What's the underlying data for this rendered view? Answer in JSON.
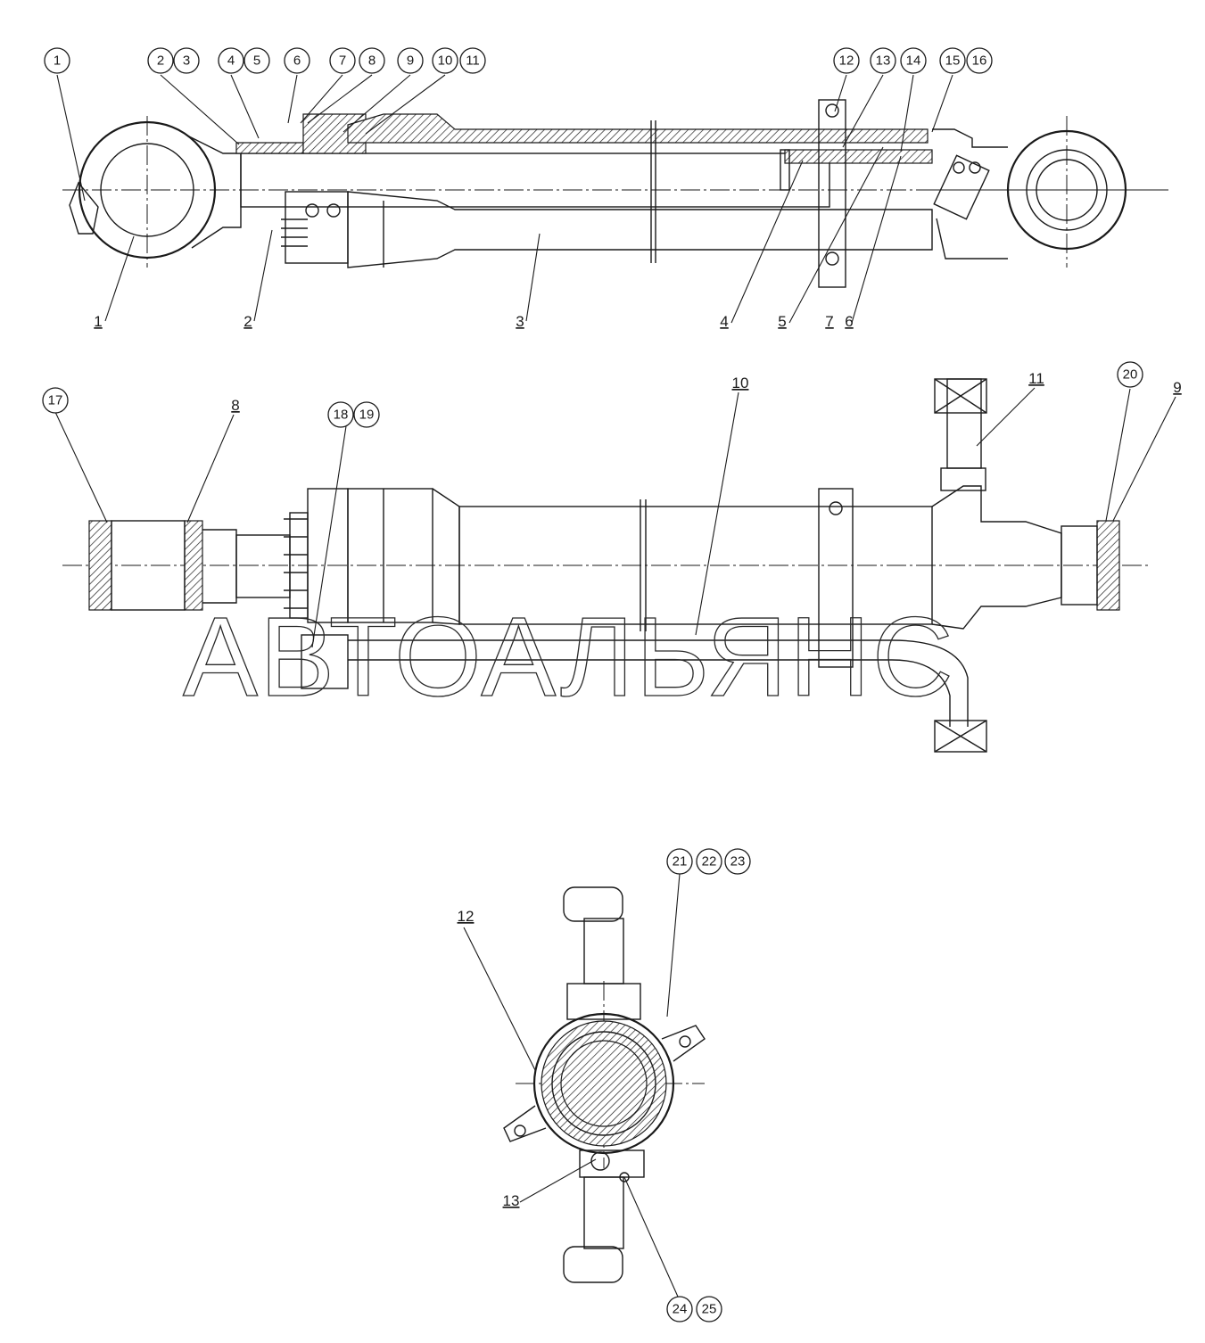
{
  "watermark": "АВТОАЛЬЯНС",
  "view1": {
    "bubbles": [
      "1",
      "2",
      "3",
      "4",
      "5",
      "6",
      "7",
      "8",
      "9",
      "10",
      "11",
      "12",
      "13",
      "14",
      "15",
      "16"
    ],
    "labels": [
      "1",
      "2",
      "3",
      "4",
      "5",
      "7",
      "6"
    ]
  },
  "view2": {
    "bubbles": [
      "17",
      "18",
      "19",
      "20"
    ],
    "labels": [
      "8",
      "10",
      "11",
      "9"
    ]
  },
  "view3": {
    "bubbles": [
      "21",
      "22",
      "23",
      "24",
      "25"
    ],
    "labels": [
      "12",
      "13"
    ]
  }
}
